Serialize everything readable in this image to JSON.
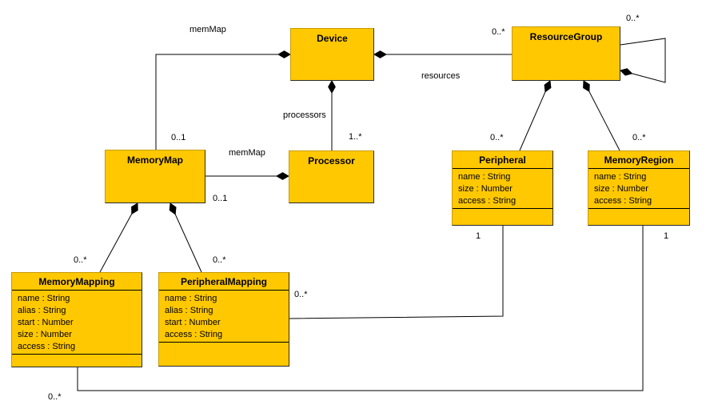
{
  "diagram": {
    "type": "uml-class-diagram",
    "colors": {
      "class_fill": "#FFC800",
      "class_border_light": "#C79B00",
      "class_border_dark": "#2B2B2B",
      "connector": "#000000",
      "background": "#FFFFFF"
    },
    "classes": [
      {
        "id": "device",
        "name": "Device",
        "attributes": []
      },
      {
        "id": "resource-group",
        "name": "ResourceGroup",
        "attributes": []
      },
      {
        "id": "memory-map",
        "name": "MemoryMap",
        "attributes": []
      },
      {
        "id": "processor",
        "name": "Processor",
        "attributes": []
      },
      {
        "id": "peripheral",
        "name": "Peripheral",
        "attributes": [
          "name : String",
          "size : Number",
          "access : String"
        ]
      },
      {
        "id": "memory-region",
        "name": "MemoryRegion",
        "attributes": [
          "name : String",
          "size : Number",
          "access : String"
        ]
      },
      {
        "id": "memory-mapping",
        "name": "MemoryMapping",
        "attributes": [
          "name : String",
          "alias : String",
          "start : Number",
          "size : Number",
          "access : String"
        ]
      },
      {
        "id": "peripheral-mapping",
        "name": "PeripheralMapping",
        "attributes": [
          "name : String",
          "alias : String",
          "start : Number",
          "access : String"
        ]
      }
    ],
    "labels": [
      {
        "id": "device-memorymap-role",
        "text": "memMap"
      },
      {
        "id": "device-resourcegroup-role",
        "text": "resources"
      },
      {
        "id": "device-resourcegroup-multiplicity",
        "text": "0..*"
      },
      {
        "id": "resourcegroup-self-multiplicity",
        "text": "0..*"
      },
      {
        "id": "device-processor-role",
        "text": "processors"
      },
      {
        "id": "device-processor-multiplicity",
        "text": "1..*"
      },
      {
        "id": "device-memorymap-multiplicity",
        "text": "0..1"
      },
      {
        "id": "processor-memorymap-role",
        "text": "memMap"
      },
      {
        "id": "processor-memorymap-multiplicity",
        "text": "0..1"
      },
      {
        "id": "resourcegroup-peripheral-multiplicity",
        "text": "0..*"
      },
      {
        "id": "resourcegroup-memoryregion-multiplicity",
        "text": "0..*"
      },
      {
        "id": "peripheral-end-multiplicity",
        "text": "1"
      },
      {
        "id": "memoryregion-end-multiplicity",
        "text": "1"
      },
      {
        "id": "memorymap-memorymapping-multiplicity",
        "text": "0..*"
      },
      {
        "id": "memorymap-peripheralmapping-multiplicity",
        "text": "0..*"
      },
      {
        "id": "peripheralmapping-end-multiplicity",
        "text": "0..*"
      },
      {
        "id": "memorymapping-end-multiplicity",
        "text": "0..*"
      }
    ]
  }
}
